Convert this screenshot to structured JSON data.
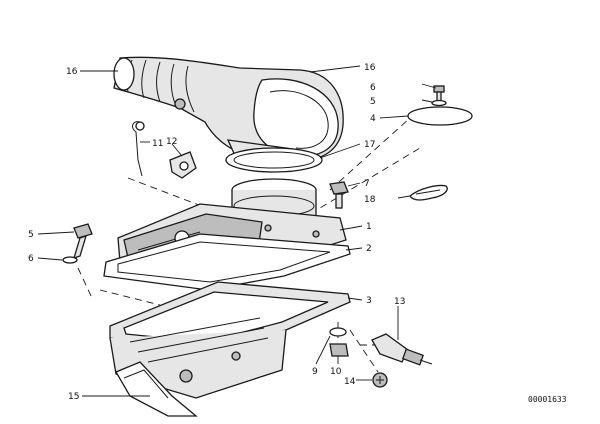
{
  "callouts": {
    "c16a": "16",
    "c16b": "16",
    "c6a": "6",
    "c5a": "5",
    "c4": "4",
    "c11": "11",
    "c12": "12",
    "c17": "17",
    "c7": "7",
    "c18": "18",
    "c5b": "5",
    "c6b": "6",
    "c1": "1",
    "c2": "2",
    "c3": "3",
    "c13": "13",
    "c9": "9",
    "c10": "10",
    "c14": "14",
    "c15": "15"
  },
  "document_number": "00001633"
}
